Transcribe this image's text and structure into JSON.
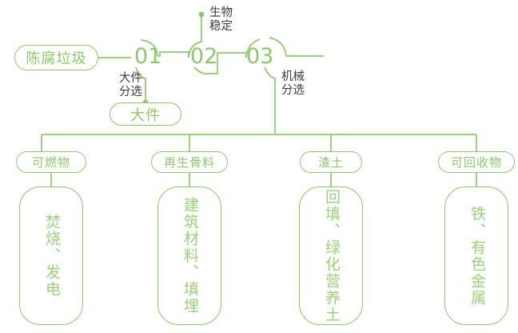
{
  "theme": {
    "line_color": "#8DC96A",
    "text_green": "#8DC96A",
    "box_text_green": "#9BD07A",
    "caption_dark": "#3C3C3C",
    "background": "#FFFFFF"
  },
  "diagram": {
    "type": "process-flow-tree",
    "source": {
      "label": "陈腐垃圾",
      "name": "source-pill"
    },
    "stages": [
      {
        "number": "01",
        "caption": "大件\n分选",
        "caption_line1": "大件",
        "caption_line2": "分选",
        "caption_position": "below-left",
        "branch_output": "大件"
      },
      {
        "number": "02",
        "caption": "生物\n稳定",
        "caption_line1": "生物",
        "caption_line2": "稳定",
        "caption_position": "above-right",
        "branch_output": null
      },
      {
        "number": "03",
        "caption": "机械\n分选",
        "caption_line1": "机械",
        "caption_line2": "分选",
        "caption_position": "below-right",
        "branch_output": null
      }
    ],
    "branch_pill": {
      "label": "大件"
    },
    "outputs": [
      {
        "category": "可燃物",
        "treatment": "焚烧、发电"
      },
      {
        "category": "再生骨料",
        "treatment": "建筑材料、填埋"
      },
      {
        "category": "渣土",
        "treatment": "回填、绿化营养土"
      },
      {
        "category": "可回收物",
        "treatment": "铁、有色金属"
      }
    ]
  }
}
